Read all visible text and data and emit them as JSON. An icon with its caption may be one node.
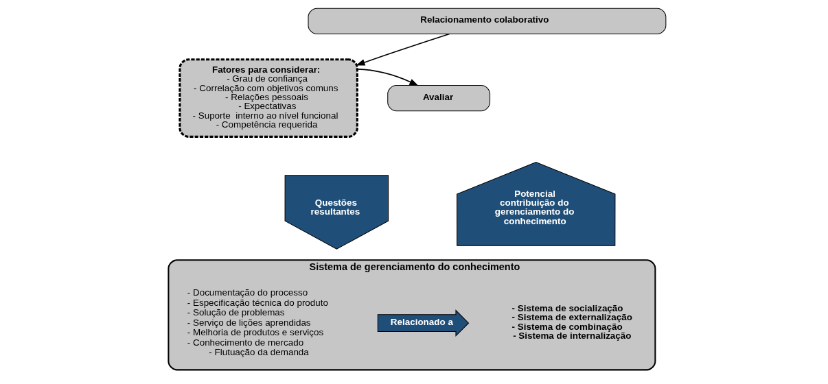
{
  "diagram": {
    "nodes": [
      {
        "text": [
          "Relacionamento colaborativo"
        ]
      },
      {
        "text": [
          "Fatores para considerar:",
          "- Grau de confiança",
          "- Correlação com objetivos comuns",
          "- Relações pessoais",
          "- Expectativas",
          "- Suporte  interno ao nível funcional",
          "- Competência requerida"
        ]
      },
      {
        "text": [
          "Avaliar"
        ]
      },
      {
        "text": [
          "Questões resultantes"
        ]
      },
      {
        "text": [
          "Potencial contribuição do gerenciamento do conhecimento"
        ]
      },
      {
        "text": [
          "Sistema de gerenciamento do conhecimento"
        ]
      },
      {
        "text": [
          "Relacionado a"
        ],
        "in": 5
      }
    ],
    "edges": [
      {
        "from": 0,
        "to": 1,
        "arrow": "to"
      },
      {
        "from": 1,
        "to": 2,
        "arrow": "to"
      }
    ],
    "labels": [
      "- Documentação do processo",
      "- Especificação técnica do produto",
      "- Solução de problemas",
      "- Serviço de lições aprendidas",
      "- Melhoria de produtos e serviços",
      "- Conhecimento de mercado",
      "- Flutuação da demanda",
      "- Sistema de socialização",
      "- Sistema de externalização",
      "- Sistema de combinação",
      "- Sistema de internalização"
    ]
  }
}
